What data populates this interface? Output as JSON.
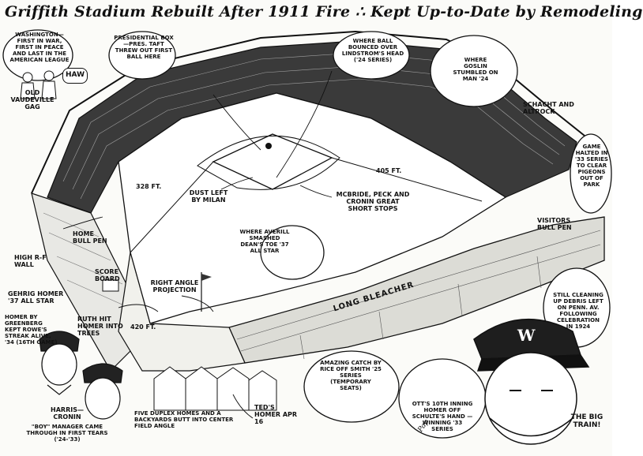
{
  "title": "Griffith Stadium Rebuilt After 1911 Fire ∴ Kept Up-to-Date by Remodeling",
  "labels": {
    "washington": "Washington— First in war, First in peace and last in the American League",
    "haw": "HAW",
    "vaudeville": "Old vaudeville gag",
    "presidential": "Presidential box—Pres. Taft threw out first ball here",
    "boudreau": "Where Ball Bounced over Lindstrom's head ('24 series)",
    "goslin": "Where Goslin stumbled on Man '24",
    "schacht": "Schacht and Altrock",
    "pigeons": "Game halted in '33 series to clear pigeons out of park",
    "dust": "Dust left by Milan",
    "feet_328": "328 ft.",
    "feet_405": "405 ft.",
    "feet_420": "420 ft.",
    "shortstops": "McBride, Peck and Cronin great short stops",
    "averill": "Where Averill smashed Dean's toe '37 All Star",
    "home_bullpen": "Home bull pen",
    "visitors_bullpen": "Visitors bull pen",
    "high_wall": "High R-F wall",
    "scoreboard": "Score board",
    "right_angle": "Right angle projection",
    "gehrig": "Gehrig homer '37 All Star",
    "greenberg": "Homer by Greenberg kept Rowe's streak alive, '34 (16th game)",
    "ruth": "Ruth hit homer into trees",
    "bleacher": "Long bleacher",
    "cleaning": "Still cleaning up debris left on Penn. Av. following celebration in 1924",
    "harris": "Harris— Cronin",
    "boy_manager": "\"Boy\" manager came through in first tears ('24-'33)",
    "duplex": "Five duplex homes and a backyards butt into center field angle",
    "ted": "Ted's homer Apr 16",
    "rice": "Amazing catch by Rice off Smith '25 series (temporary seats)",
    "ott": "Ott's 10th inning homer off Schulte's hand — winning '33 series",
    "big_train": "The Big Train!",
    "cap_w": "W",
    "signature": "Pap"
  }
}
